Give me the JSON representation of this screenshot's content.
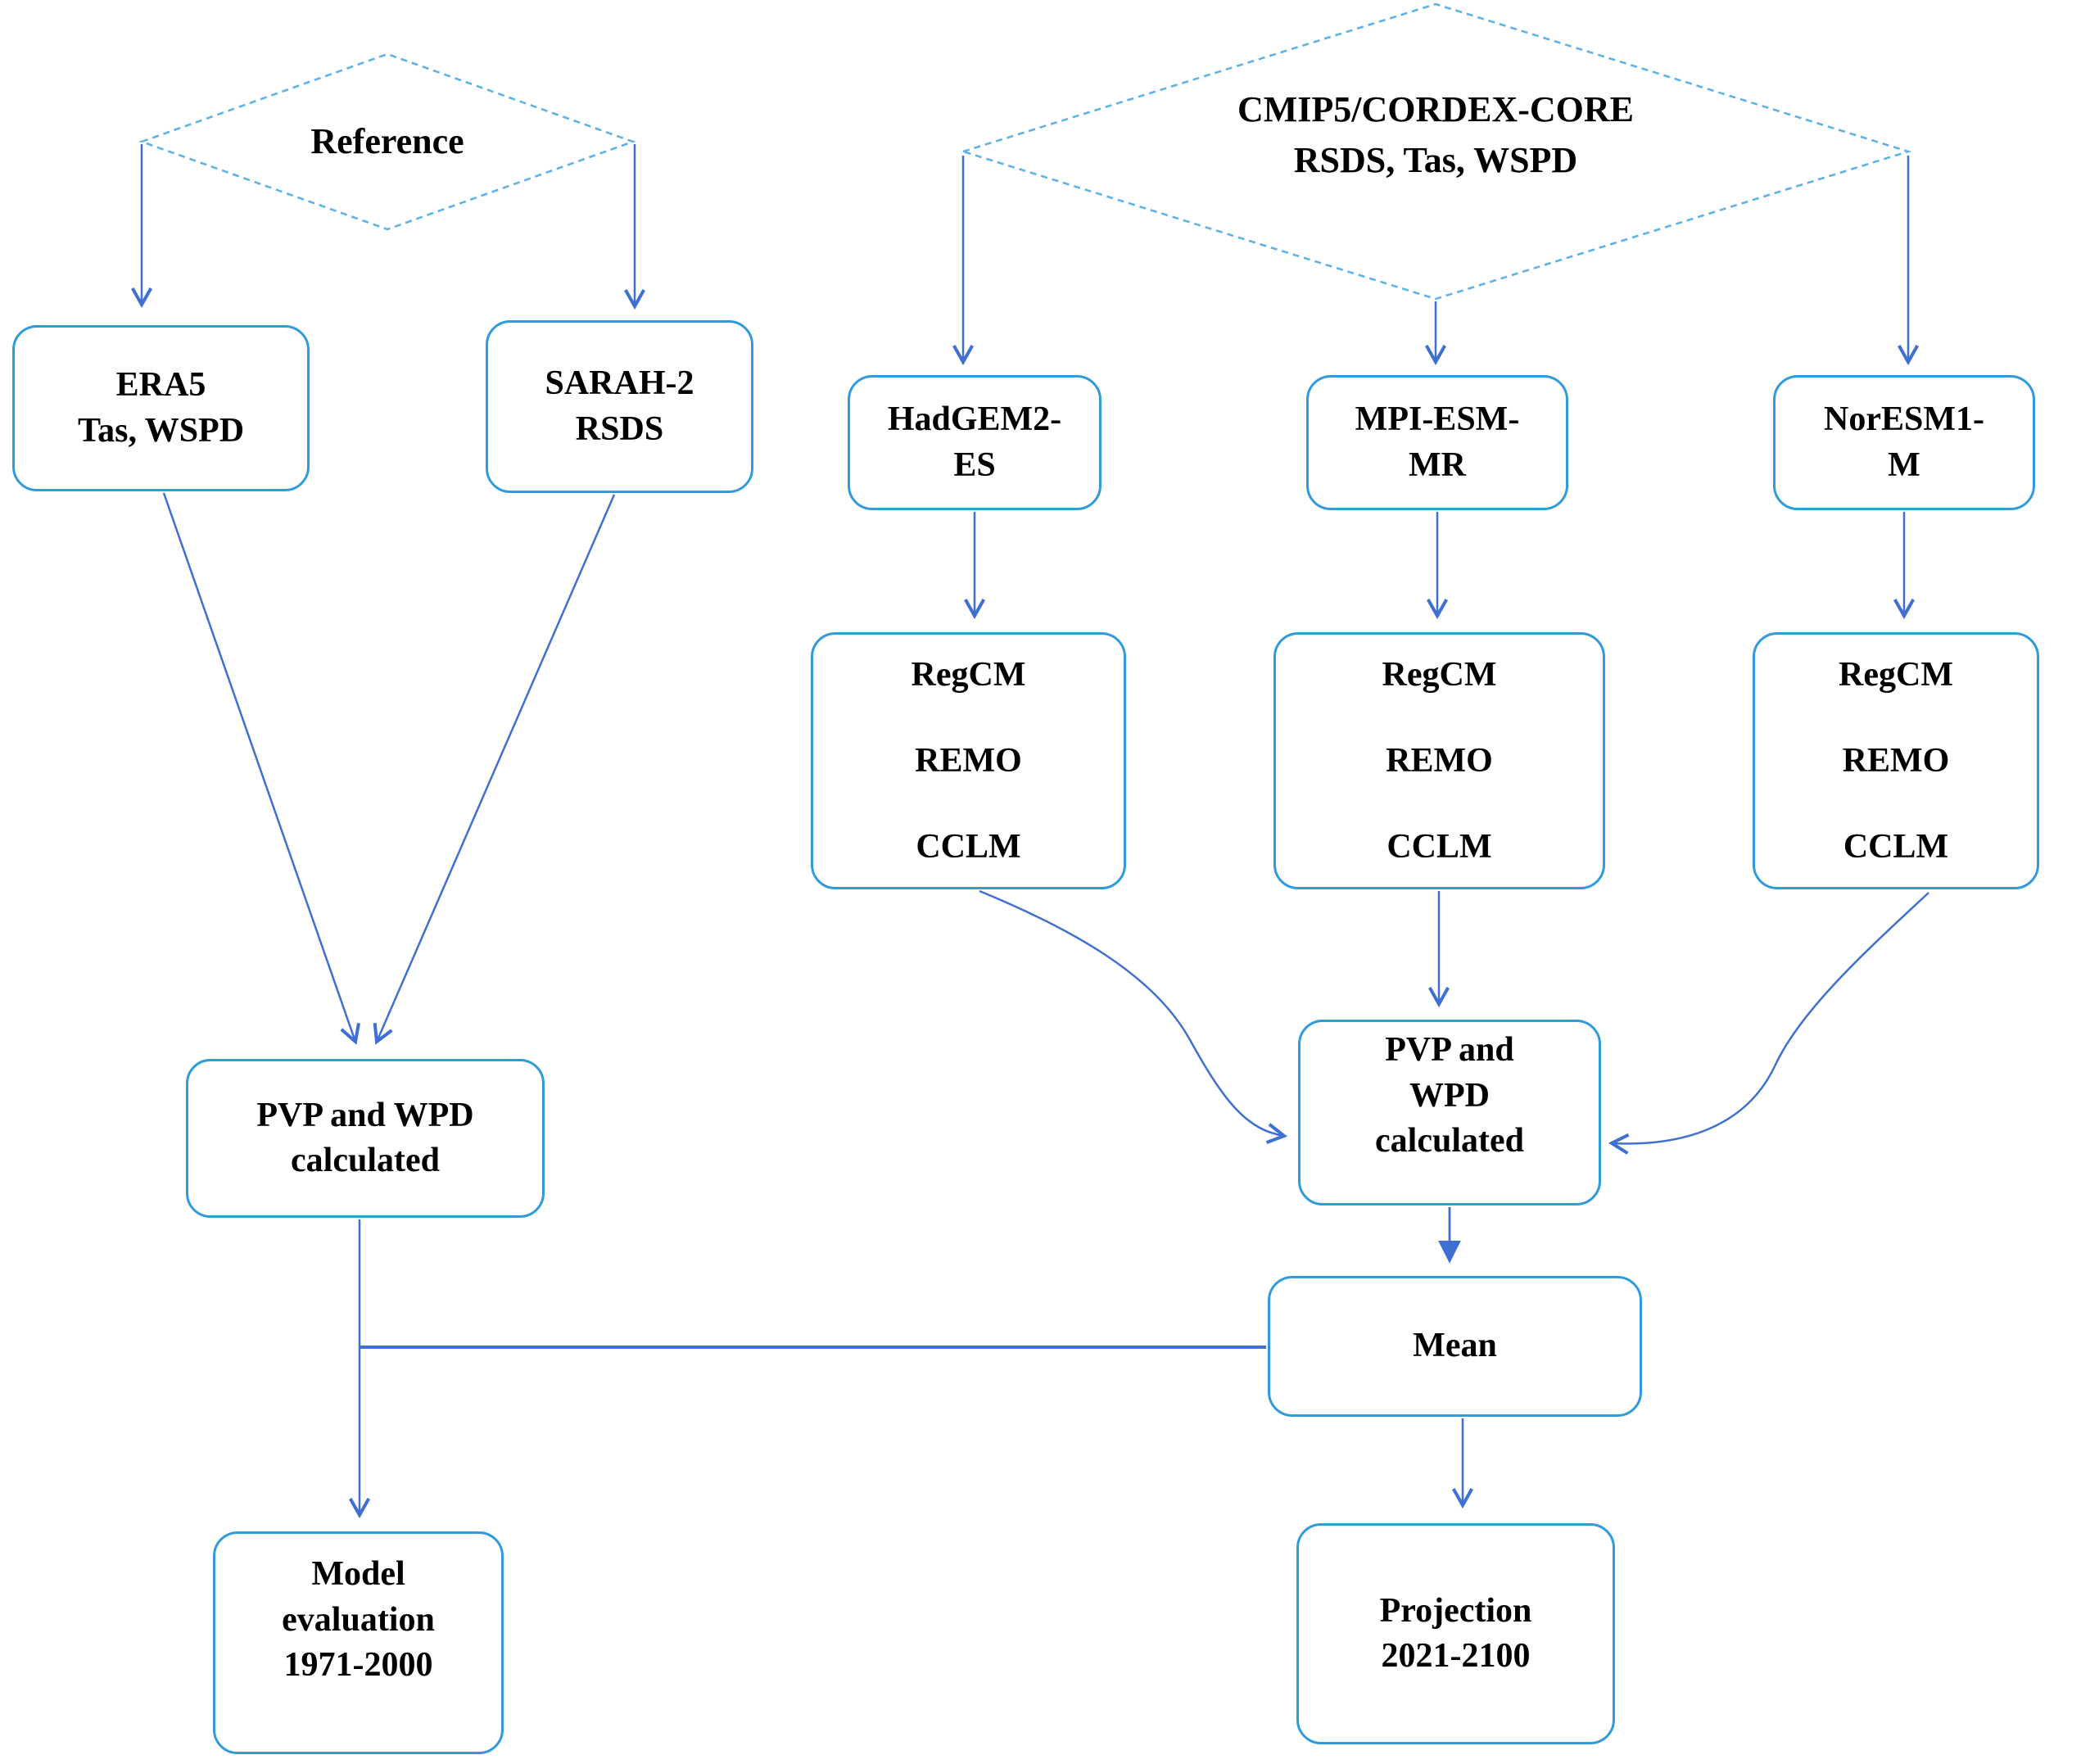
{
  "title": "Climate reference and CMIP5/CORDEX-CORE model processing flowchart",
  "colors": {
    "shape_border": "#2f9bdc",
    "diamond_border": "#5fb2e6",
    "connector": "#3f6fd0",
    "text": "#000000",
    "background": "#ffffff"
  },
  "nodes": {
    "reference": {
      "label": "Reference"
    },
    "cmip5": {
      "lines": [
        "CMIP5/CORDEX-CORE",
        "RSDS,  Tas, WSPD"
      ]
    },
    "era5": {
      "lines": [
        "ERA5",
        "Tas, WSPD"
      ]
    },
    "sarah2": {
      "lines": [
        "SARAH-2",
        "RSDS"
      ]
    },
    "hadgem2": {
      "lines": [
        "HadGEM2-",
        "ES"
      ]
    },
    "mpi": {
      "lines": [
        "MPI-ESM-",
        "MR"
      ]
    },
    "noresm": {
      "lines": [
        "NorESM1-",
        "M"
      ]
    },
    "rcm1": {
      "lines": [
        "RegCM",
        "REMO",
        "CCLM"
      ]
    },
    "rcm2": {
      "lines": [
        "RegCM",
        "REMO",
        "CCLM"
      ]
    },
    "rcm3": {
      "lines": [
        "RegCM",
        "REMO",
        "CCLM"
      ]
    },
    "pvp_left": {
      "lines": [
        "PVP and WPD",
        "calculated"
      ]
    },
    "pvp_right": {
      "lines": [
        "PVP and",
        "WPD",
        "calculated"
      ]
    },
    "mean": {
      "label": "Mean"
    },
    "model_eval": {
      "lines": [
        "Model",
        "evaluation",
        "1971-2000"
      ]
    },
    "projection": {
      "lines": [
        "Projection",
        "2021-2100"
      ]
    }
  }
}
